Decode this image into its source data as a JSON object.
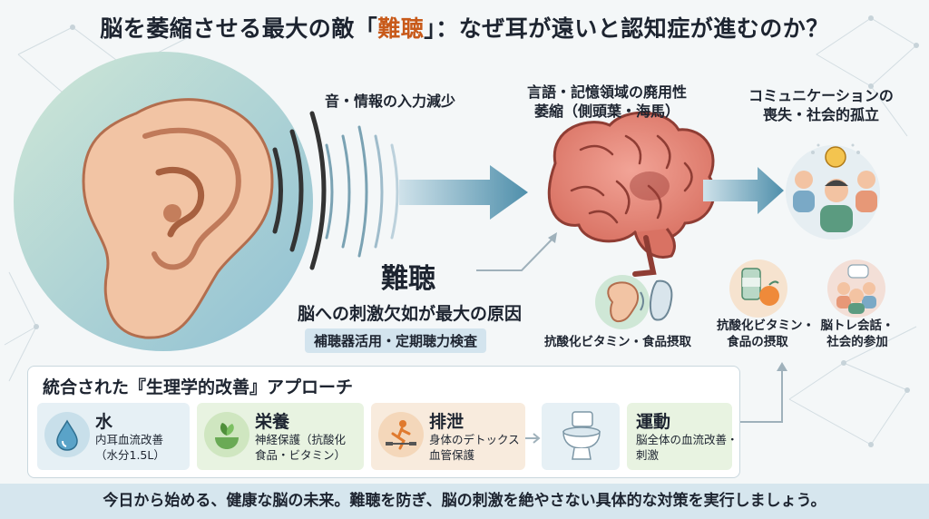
{
  "title": {
    "pre": "脳を萎縮させる最大の敵「",
    "highlight": "難聴",
    "post": "」：なぜ耳が遠いと認知症が進むのか？"
  },
  "flow": {
    "input_label": "音・情報の入力減少",
    "brain_label_1": "言語・記憶領域の廃用性",
    "brain_label_2": "萎縮（側頭葉・海馬）",
    "social_label_1": "コミュニケーションの",
    "social_label_2": "喪失・社会的孤立"
  },
  "hearing": {
    "title": "難聴",
    "cause": "脳への刺激欠如が最大の原因",
    "action": "補聴器活用・定期聴力検査"
  },
  "mini": {
    "hearing_aid_label": "抗酸化ビタミン・食品摂取",
    "vitamin_label_1": "抗酸化ビタミン・",
    "vitamin_label_2": "食品の摂取",
    "social_label_1": "脳トレ会話・",
    "social_label_2": "社会的参加"
  },
  "approach": {
    "title": "統合された『生理学的改善』アプローチ",
    "items": [
      {
        "title": "水",
        "desc_1": "内耳血流改善",
        "desc_2": "（水分1.5L）"
      },
      {
        "title": "栄養",
        "desc_1": "神経保護（抗酸化",
        "desc_2": "食品・ビタミン）"
      },
      {
        "title": "排泄",
        "desc_1": "身体のデトックス",
        "desc_2": "血管保護"
      },
      {
        "title": "運動",
        "desc_1": "脳全体の血流改善・",
        "desc_2": "刺激"
      }
    ]
  },
  "footer": "今日から始める、健康な脳の未来。難聴を防ぎ、脳の刺激を絶やさない具体的な対策を実行しましょう。",
  "colors": {
    "highlight": "#c85a1a",
    "flow_arrow": "#4f8fab",
    "panel_border": "#c9d7de"
  }
}
